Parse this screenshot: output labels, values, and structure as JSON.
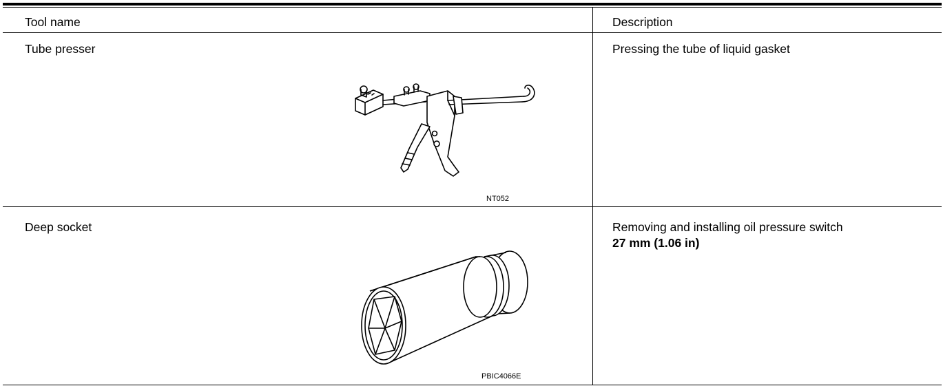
{
  "table": {
    "headers": {
      "tool_name": "Tool name",
      "description": "Description"
    },
    "rows": [
      {
        "tool_name": "Tube presser",
        "description_lines": [
          "Pressing the tube of liquid gasket"
        ],
        "figure_code": "NT052",
        "figure_icon": "tube-presser-illustration"
      },
      {
        "tool_name": "Deep socket",
        "description_lines": [
          "Removing and installing oil pressure switch",
          "27 mm (1.06 in)"
        ],
        "figure_code": "PBIC4066E",
        "figure_icon": "deep-socket-illustration"
      }
    ]
  }
}
